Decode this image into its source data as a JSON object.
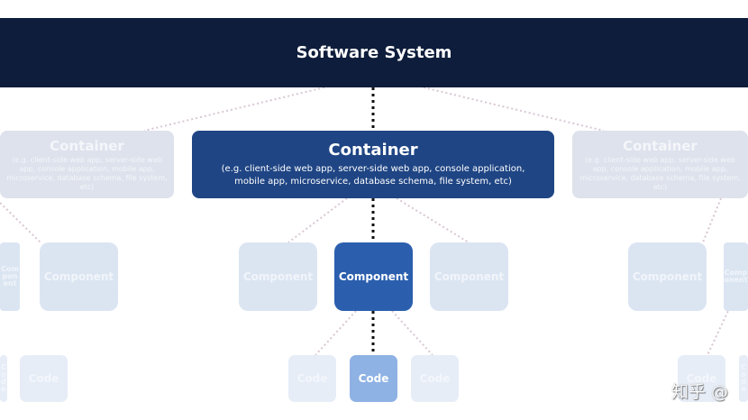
{
  "software_system": {
    "label": "Software System"
  },
  "containers": [
    {
      "title": "Container",
      "description": "(e.g. client-side web app, server-side web app, console application, mobile app, microservice, database schema, file system, etc)"
    },
    {
      "title": "Container",
      "description": "(e.g. client-side web app, server-side web app, console application, mobile app, microservice, database schema, file system, etc)"
    },
    {
      "title": "Container",
      "description": "(e.g. client-side web app, server-side web app, console application, mobile app, microservice, database schema, file system, etc)"
    }
  ],
  "components": {
    "label": "Component"
  },
  "code": {
    "label": "Code"
  },
  "colors": {
    "system": "#0e1d3b",
    "container_active": "#1f4584",
    "component_active": "#2b5fae",
    "code_active": "#8fb2e4"
  },
  "watermark": "知乎 @"
}
